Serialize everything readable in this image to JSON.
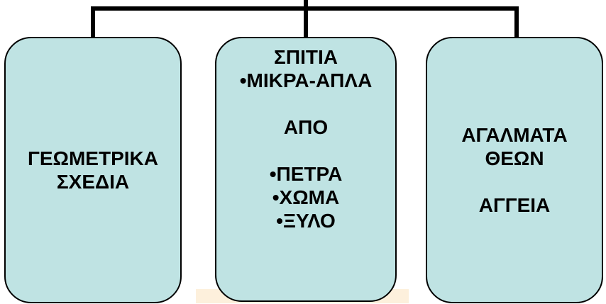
{
  "colors": {
    "box_fill": "#bfe3e3",
    "border": "#000000",
    "text": "#000000"
  },
  "boxes": [
    {
      "lines": [
        "ΓΕΩΜΕΤΡΙΚΑ",
        "ΣΧΕΔΙΑ"
      ]
    },
    {
      "lines": [
        "ΣΠΙΤΙΑ",
        "•ΜΙΚΡΑ-ΑΠΛΑ",
        "ΑΠΟ",
        "•ΠΕΤΡΑ",
        "•ΧΩΜΑ",
        "•ΞΥΛΟ"
      ]
    },
    {
      "lines": [
        "ΑΓΑΛΜΑΤΑ",
        "ΘΕΩΝ",
        "ΑΓΓΕΙΑ"
      ]
    }
  ]
}
